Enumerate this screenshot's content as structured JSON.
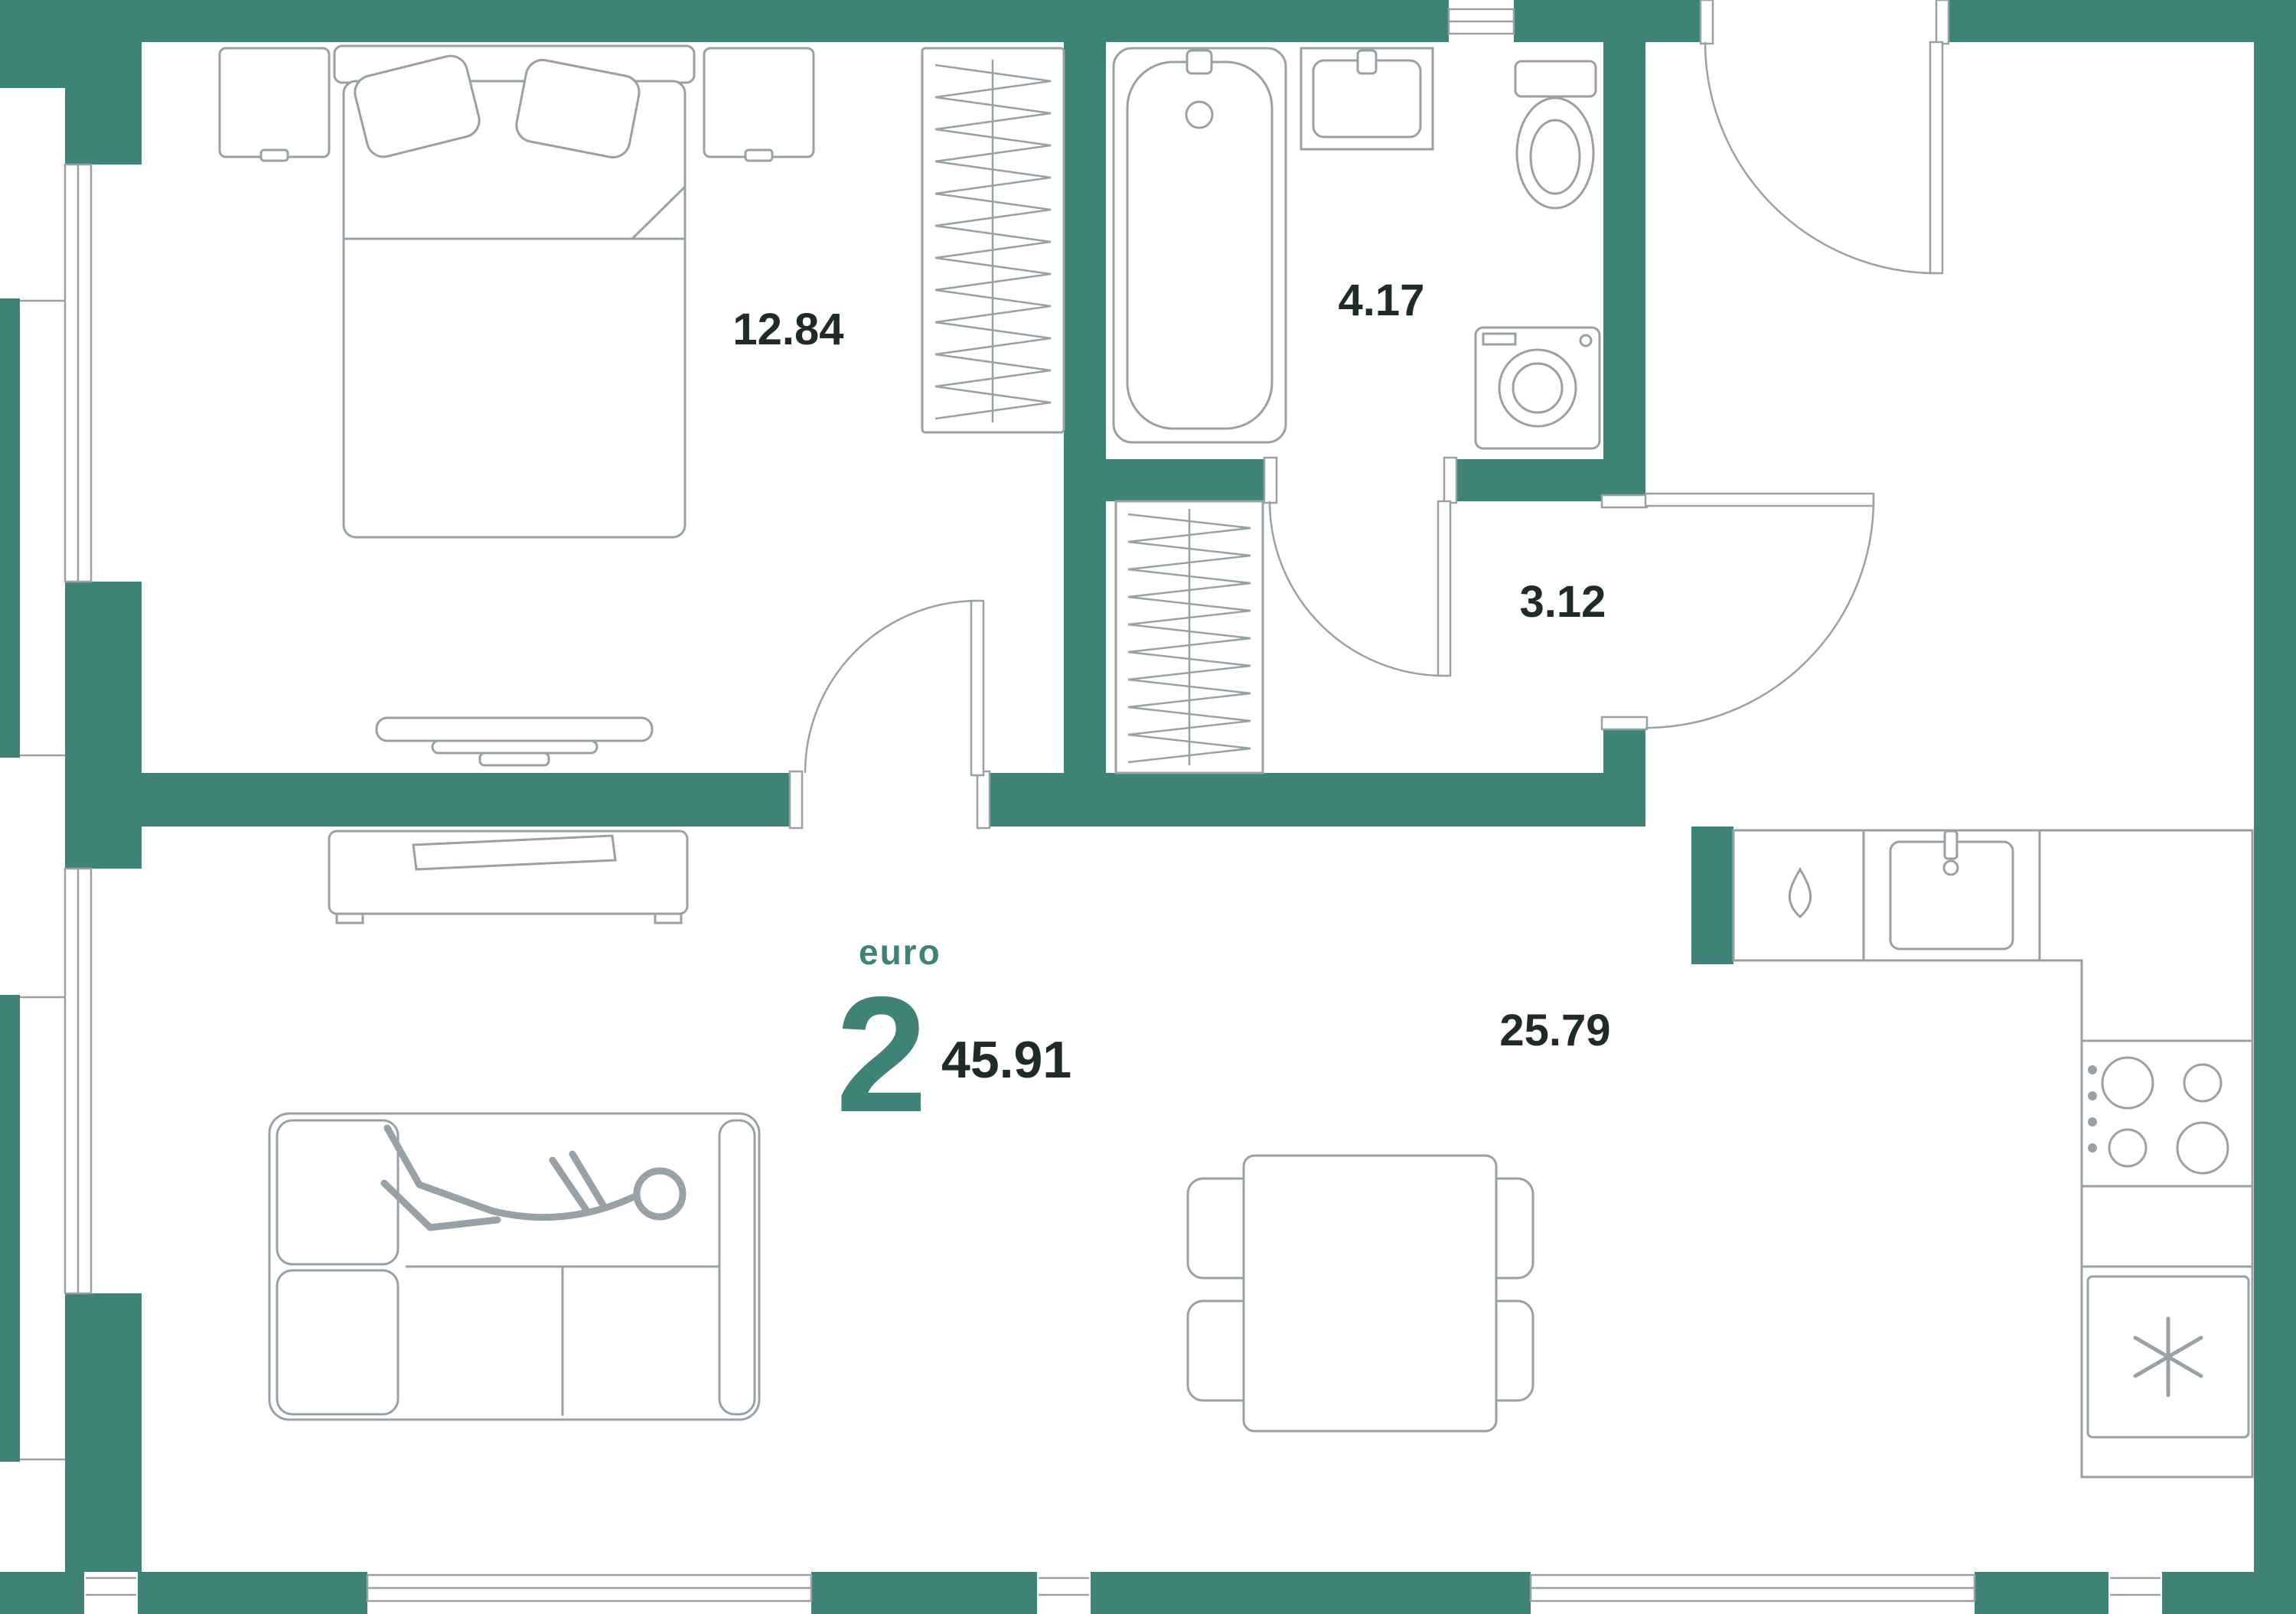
{
  "palette": {
    "wall_teal": "#3F8378",
    "furniture_gray": "#98A1A6",
    "text_dark": "#1E2B28",
    "background": "#FFFFFF"
  },
  "unit_label": {
    "type": "euro",
    "rooms": "2",
    "total_area": "45.91"
  },
  "areas": {
    "bedroom": "12.84",
    "bathroom": "4.17",
    "hallway": "3.12",
    "kitchen_living": "25.79"
  },
  "icons": {
    "dishwasher_icon": "droplet",
    "fridge_icon": "snowflake",
    "stove_icon": "four-burners",
    "wardrobe_icon": "hanger-zigzag"
  }
}
